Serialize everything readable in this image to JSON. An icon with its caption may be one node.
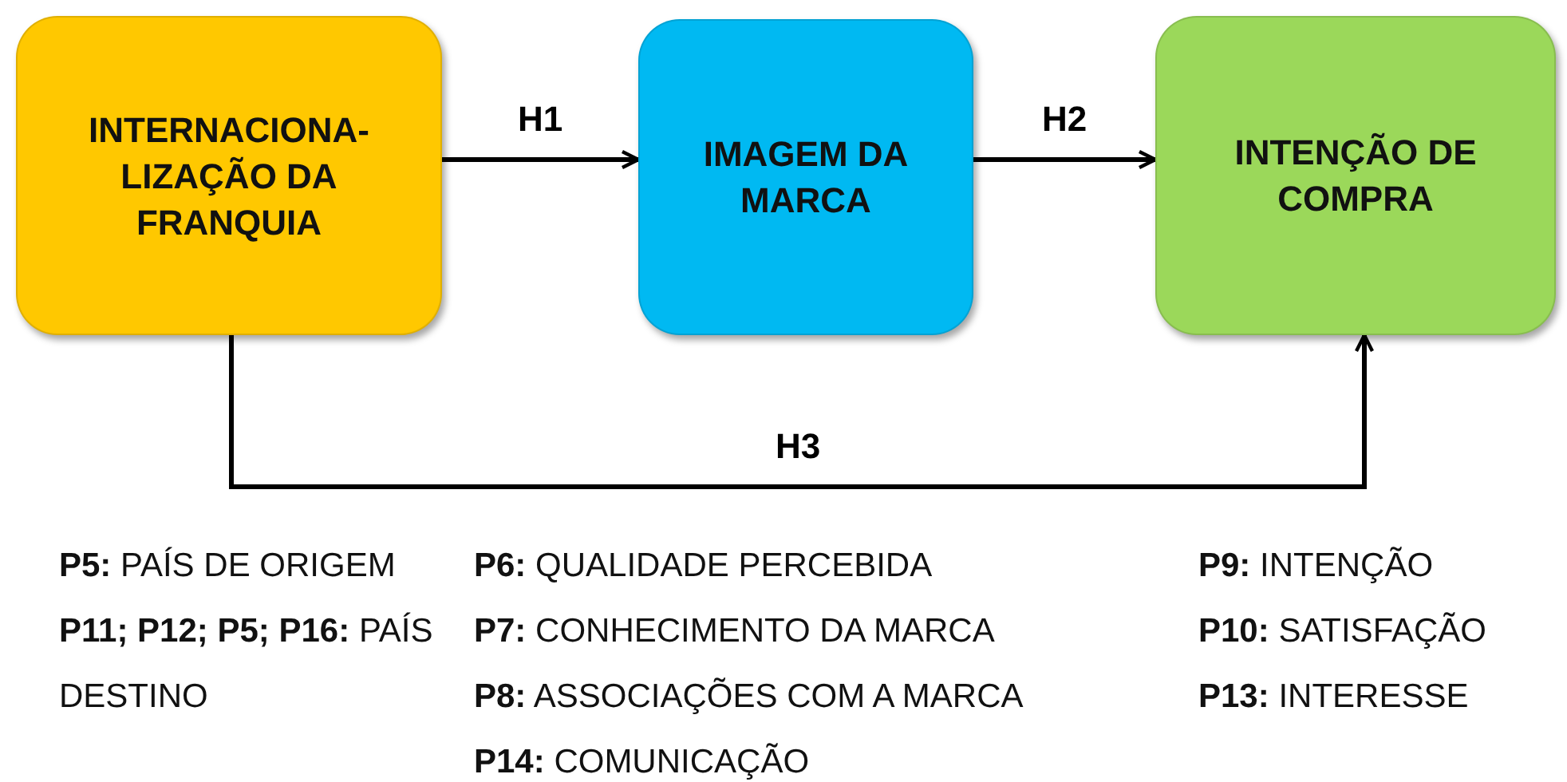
{
  "diagram": {
    "nodes": [
      {
        "text": [
          "INTERNACIONA- LIZAÇÃO DA FRANQUIA"
        ]
      },
      {
        "text": [
          "IMAGEM DA MARCA"
        ]
      },
      {
        "text": [
          "INTENÇÃO DE COMPRA"
        ]
      }
    ],
    "edges": [
      {
        "from": 0,
        "to": 1,
        "arrow": "to",
        "label": "H1"
      },
      {
        "from": 1,
        "to": 2,
        "arrow": "to",
        "label": "H2"
      },
      {
        "from": 0,
        "to": 2,
        "arrow": "to",
        "label": "H3"
      }
    ],
    "labels": [
      "**P5:** PAÍS DE ORIGEM",
      "**P11; P12; P5; P16:** PAÍS DESTINO",
      "**P6:** QUALIDADE PERCEBIDA",
      "**P7:** CONHECIMENTO DA MARCA",
      "**P8:** ASSOCIAÇÕES COM A MARCA",
      "**P14:** COMUNICAÇÃO",
      "**P9:** INTENÇÃO",
      "**P10:** SATISFAÇÃO",
      "**P13:** INTERESSE"
    ]
  }
}
